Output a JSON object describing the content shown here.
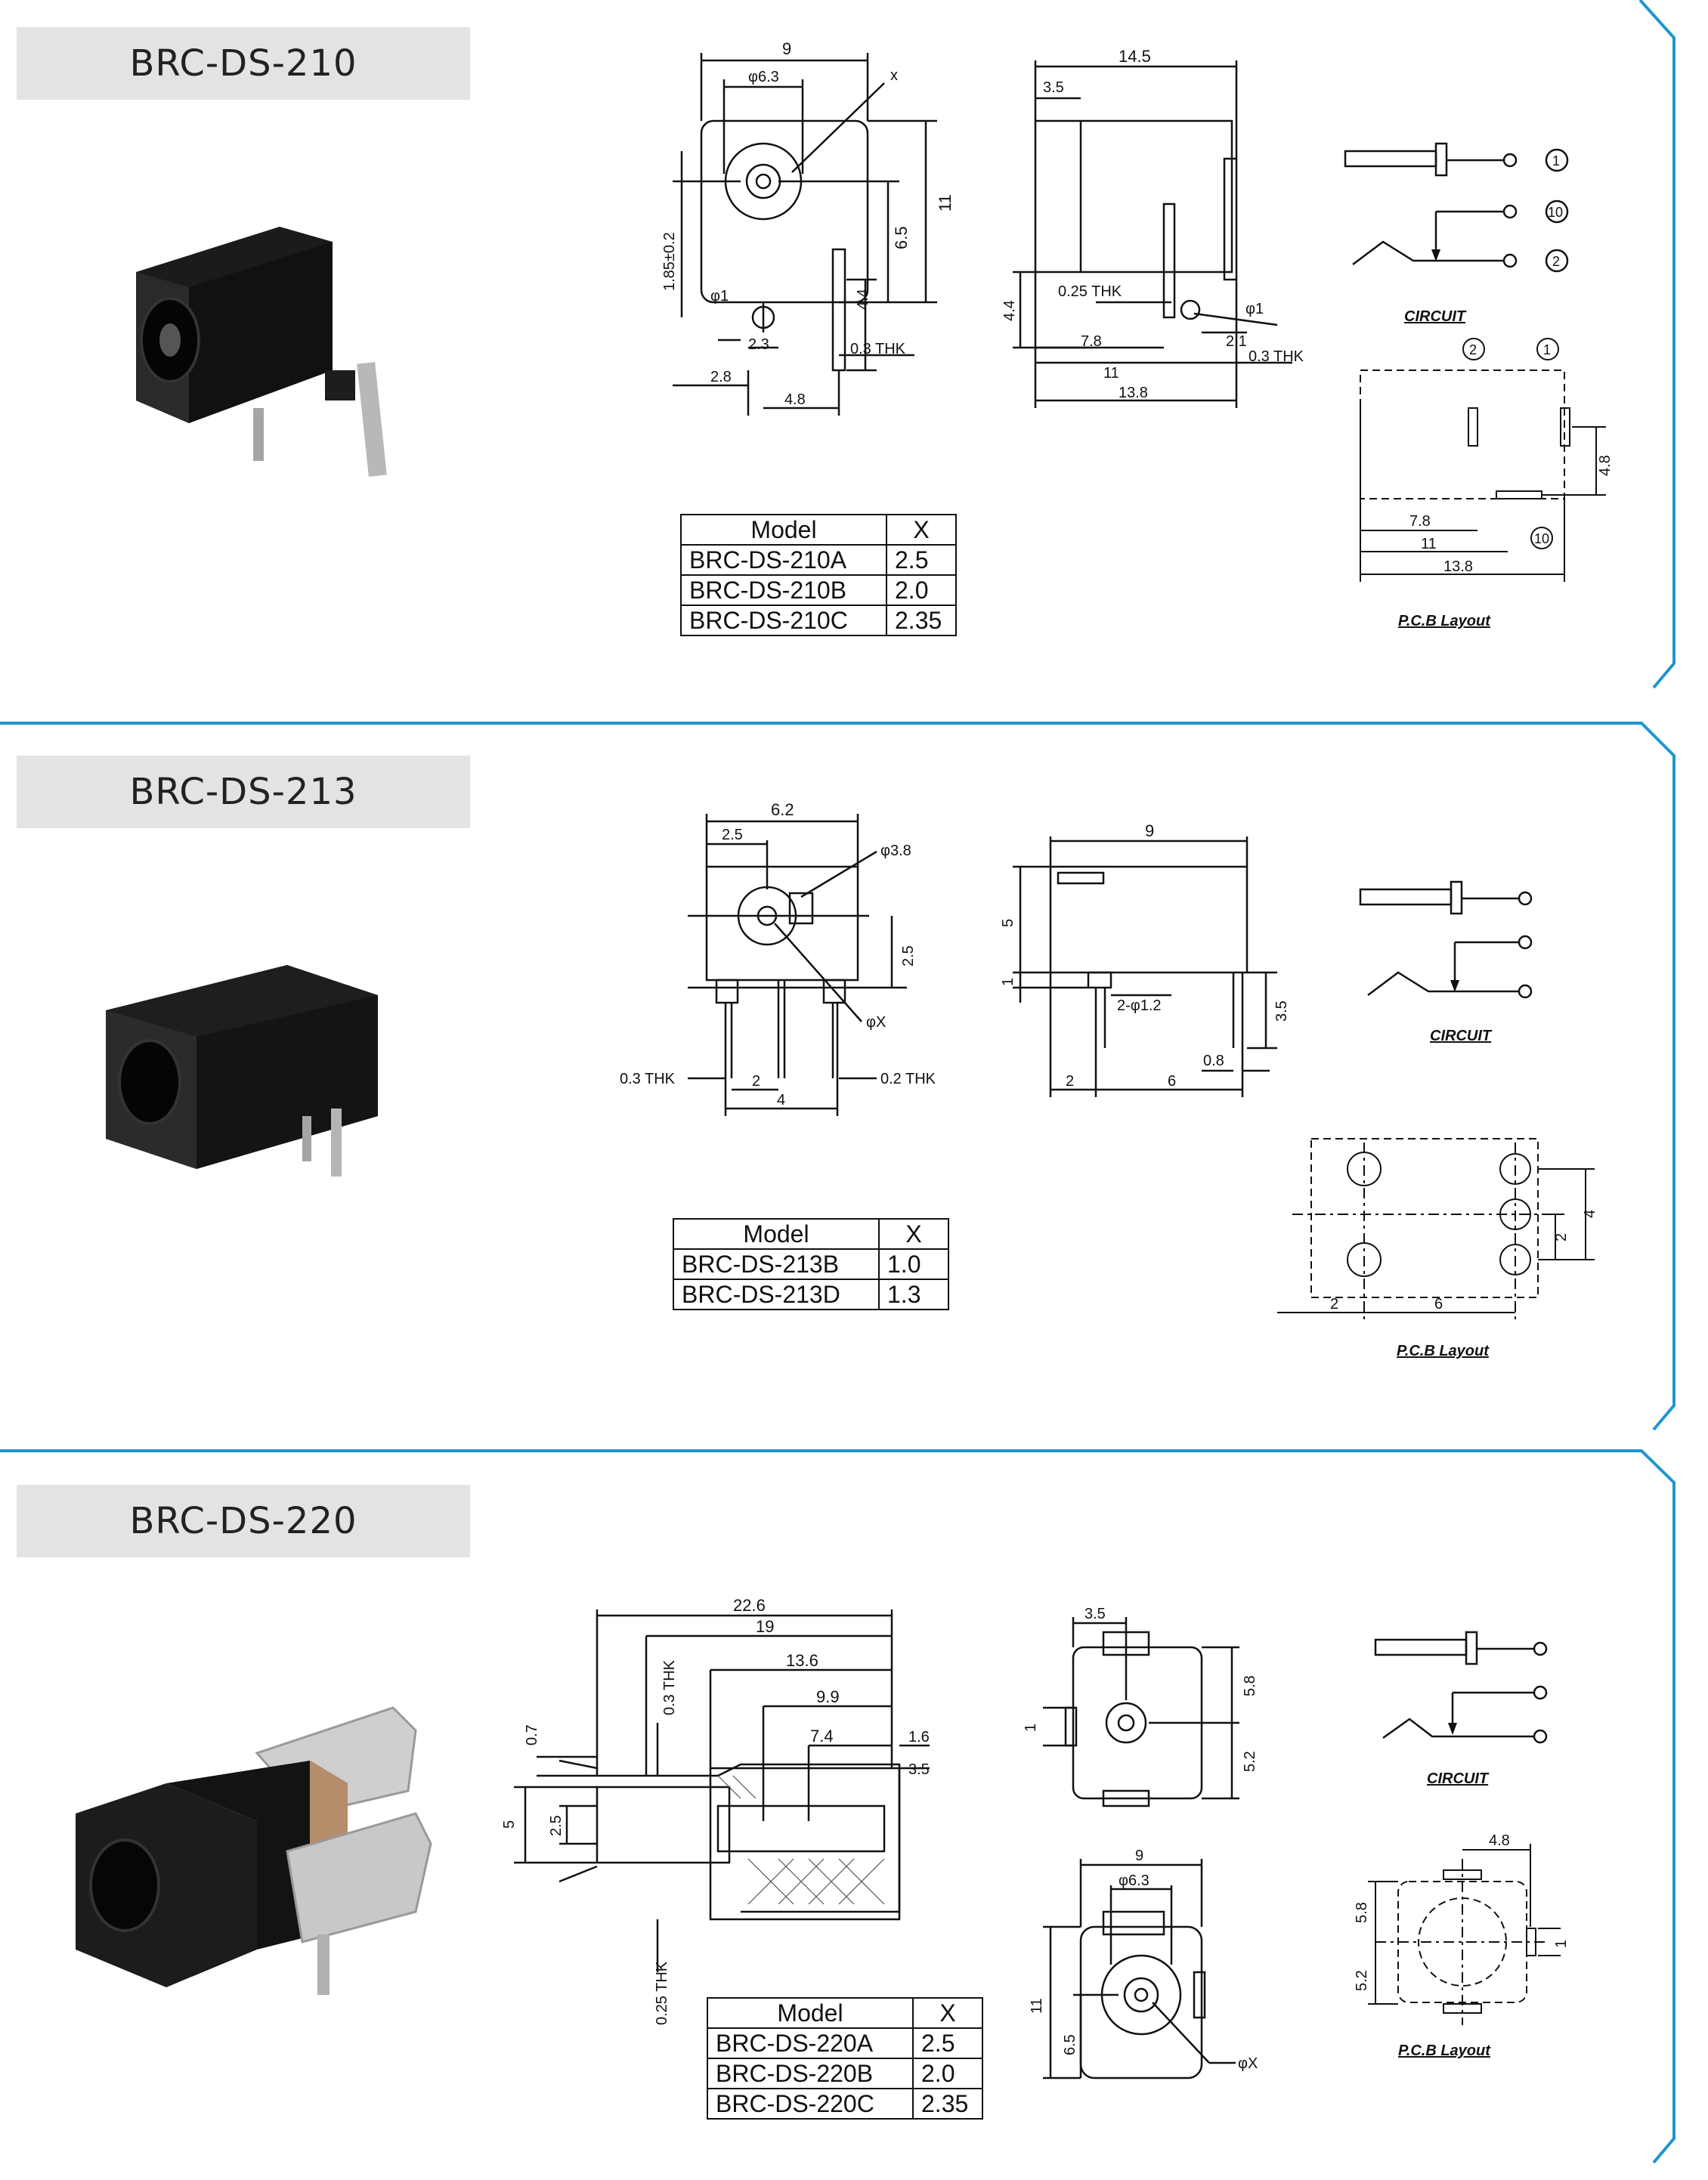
{
  "sections": [
    {
      "title": "BRC-DS-210",
      "table": {
        "head": [
          "Model",
          "X"
        ],
        "rows": [
          [
            "BRC-DS-210A",
            "2.5"
          ],
          [
            "BRC-DS-210B",
            "2.0"
          ],
          [
            "BRC-DS-210C",
            "2.35"
          ]
        ]
      },
      "front_dims": [
        "9",
        "φ6.3",
        "x",
        "11",
        "6.5",
        "1.85±0.2",
        "φ1",
        "4.4",
        "2.3",
        "0.3 THK",
        "2.8",
        "4.8"
      ],
      "side_dims": [
        "14.5",
        "3.5",
        "4.4",
        "0.25 THK",
        "φ1",
        "2.1",
        "7.8",
        "0.3 THK",
        "11",
        "13.8"
      ],
      "circuit_pins": [
        "1",
        "10",
        "2"
      ],
      "circuit_label": "CIRCUIT",
      "pcb_dims": [
        "2",
        "1",
        "4.8",
        "7.8",
        "10",
        "11",
        "13.8"
      ],
      "pcb_label": "P.C.B Layout"
    },
    {
      "title": "BRC-DS-213",
      "table": {
        "head": [
          "Model",
          "X"
        ],
        "rows": [
          [
            "BRC-DS-213B",
            "1.0"
          ],
          [
            "BRC-DS-213D",
            "1.3"
          ]
        ]
      },
      "front_dims": [
        "6.2",
        "2.5",
        "φ3.8",
        "2.5",
        "φX",
        "0.3 THK",
        "0.2 THK",
        "2",
        "4"
      ],
      "side_dims": [
        "9",
        "5",
        "1",
        "2-φ1.2",
        "3.5",
        "0.8",
        "2",
        "6"
      ],
      "circuit_label": "CIRCUIT",
      "pcb_dims": [
        "4",
        "2",
        "2",
        "6"
      ],
      "pcb_label": "P.C.B Layout"
    },
    {
      "title": "BRC-DS-220",
      "table": {
        "head": [
          "Model",
          "X"
        ],
        "rows": [
          [
            "BRC-DS-220A",
            "2.5"
          ],
          [
            "BRC-DS-220B",
            "2.0"
          ],
          [
            "BRC-DS-220C",
            "2.35"
          ]
        ]
      },
      "side_dims": [
        "22.6",
        "19",
        "13.6",
        "0.3 THK",
        "9.9",
        "7.4",
        "1.6",
        "3.5",
        "0.7",
        "5",
        "2.5",
        "0.25 THK"
      ],
      "back_dims": [
        "3.5",
        "5.8",
        "5.2",
        "1"
      ],
      "front_dims": [
        "9",
        "φ6.3",
        "11",
        "6.5",
        "φX"
      ],
      "circuit_label": "CIRCUIT",
      "pcb_dims": [
        "4.8",
        "5.8",
        "5.2",
        "1"
      ],
      "pcb_label": "P.C.B Layout"
    }
  ],
  "colors": {
    "band": "#1f96cf",
    "title_bg": "#e3e3e3",
    "ink": "#111111"
  }
}
